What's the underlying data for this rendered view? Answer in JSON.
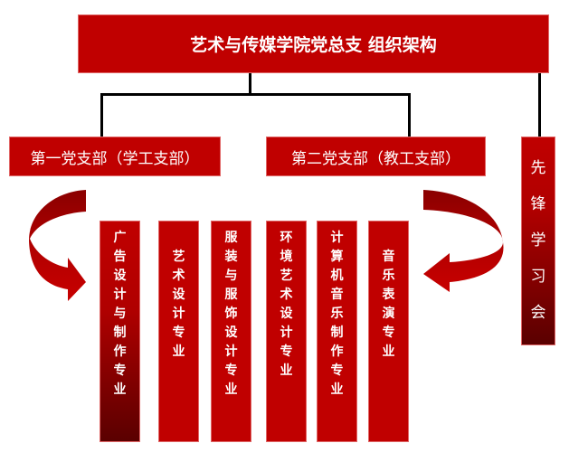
{
  "title": "艺术与传媒学院党总支 组织架构",
  "branches": [
    {
      "label": "第一党支部（学工支部）"
    },
    {
      "label": "第二党支部（教工支部）"
    }
  ],
  "pioneer": {
    "label": "先锋学习会"
  },
  "majors": [
    {
      "label": "广告设计与制作专业"
    },
    {
      "label": "艺术设计专业"
    },
    {
      "label": "服装与服饰设计专业"
    },
    {
      "label": "环境艺术设计专业"
    },
    {
      "label": "计算机音乐制作专业"
    },
    {
      "label": "音乐表演专业"
    }
  ],
  "colors": {
    "box": "#c00000",
    "dark": "#5a0000",
    "arrow": "#b00000"
  }
}
